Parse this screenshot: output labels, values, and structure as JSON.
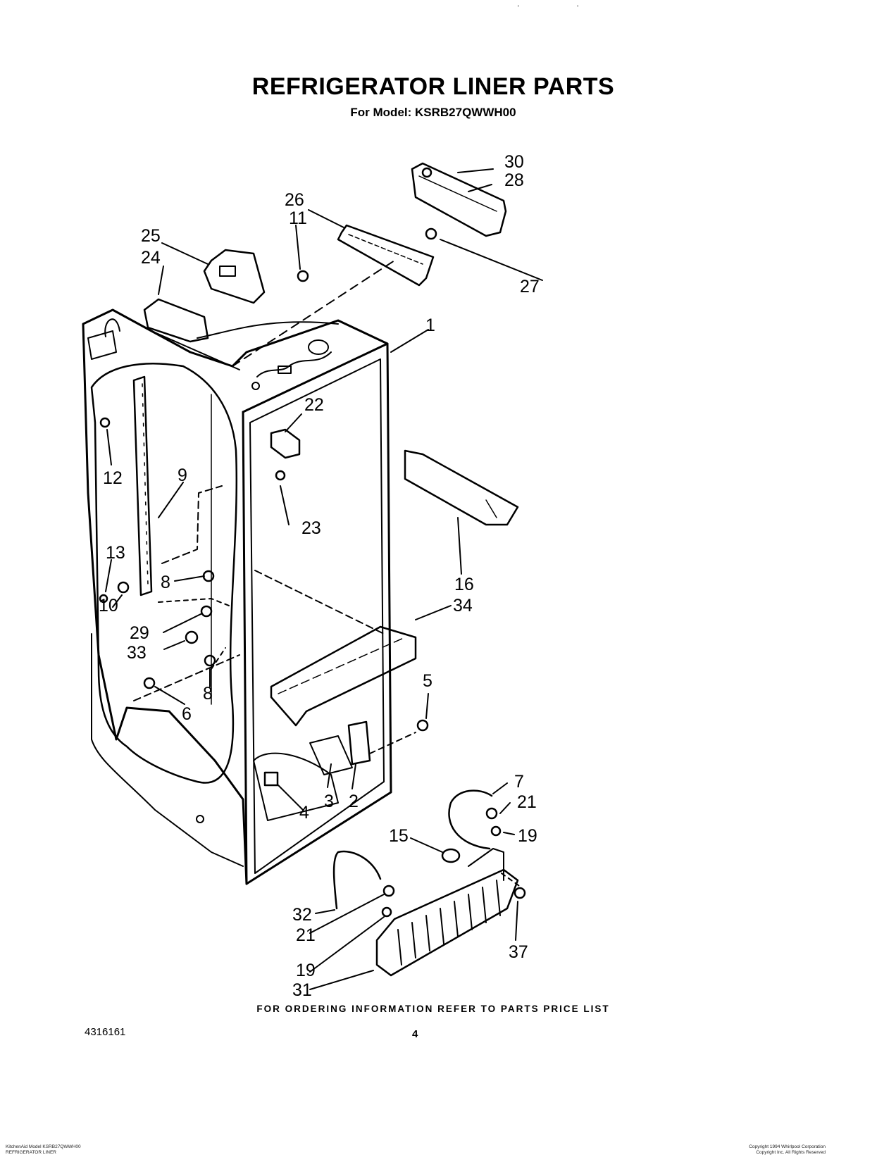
{
  "header": {
    "title": "REFRIGERATOR LINER PARTS",
    "subtitle": "For Model: KSRB27QWWH00"
  },
  "ordering_note": "FOR ORDERING INFORMATION REFER TO PARTS PRICE LIST",
  "document_number": "4316161",
  "page_number": "4",
  "top_marks": "' '",
  "footer": {
    "left_line1": "KitchenAid Model KSRB27QWWH00",
    "left_line2": "REFRIGERATOR LINER",
    "right_line1": "Copyright 1994 Whirlpool Corporation",
    "right_line2": "Copyright Inc. All Rights Reserved"
  },
  "callouts": [
    "1",
    "2",
    "3",
    "4",
    "5",
    "6",
    "7",
    "8",
    "8",
    "9",
    "10",
    "11",
    "12",
    "13",
    "15",
    "16",
    "19",
    "19",
    "21",
    "21",
    "22",
    "23",
    "24",
    "25",
    "26",
    "27",
    "28",
    "29",
    "30",
    "31",
    "32",
    "33",
    "34",
    "37"
  ]
}
